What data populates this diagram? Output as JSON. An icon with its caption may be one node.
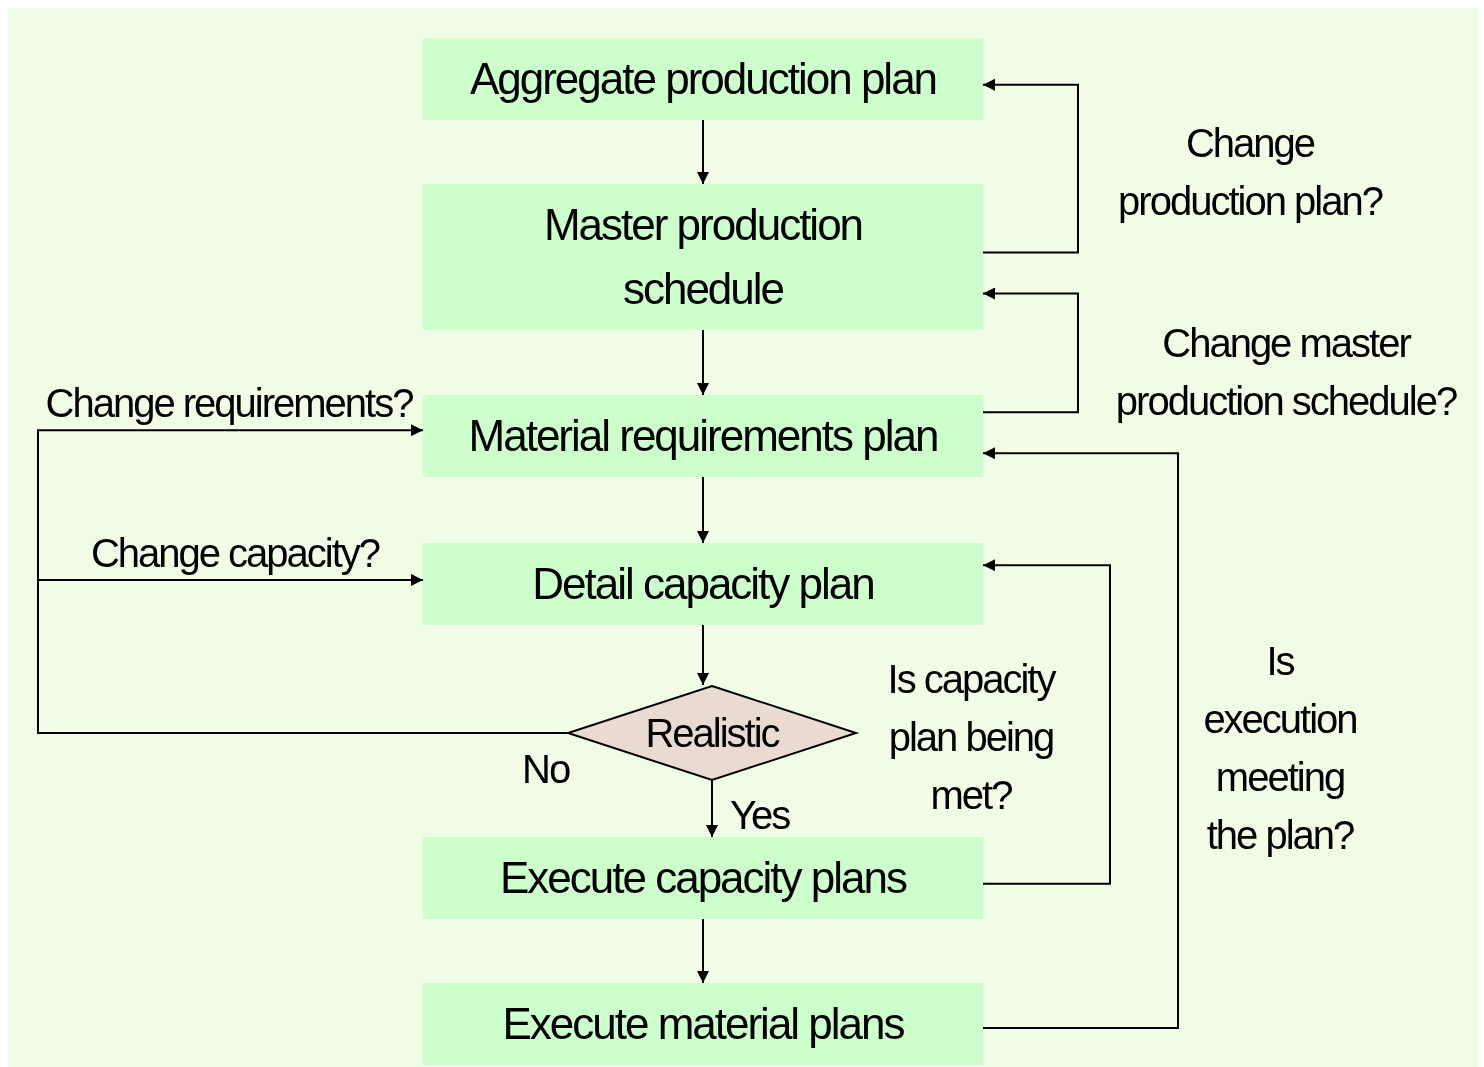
{
  "diagram": {
    "nodes": [
      {
        "text": [
          "Aggregate production plan"
        ]
      },
      {
        "text": [
          "Master production schedule"
        ]
      },
      {
        "text": [
          "Material requirements plan"
        ]
      },
      {
        "text": [
          "Detail capacity plan"
        ]
      },
      {
        "text": [
          "Realistic"
        ]
      },
      {
        "text": [
          "Execute capacity plans"
        ]
      },
      {
        "text": [
          "Execute material plans"
        ]
      }
    ],
    "edges": [
      {
        "from": 0,
        "to": 1,
        "arrow": "to"
      },
      {
        "from": 1,
        "to": 2,
        "arrow": "to"
      },
      {
        "from": 2,
        "to": 3,
        "arrow": "to"
      },
      {
        "from": 3,
        "to": 4,
        "arrow": "to"
      },
      {
        "from": 4,
        "to": 5,
        "arrow": "to",
        "label": "Yes"
      },
      {
        "from": 5,
        "to": 6,
        "arrow": "to"
      },
      {
        "from": 1,
        "to": 0,
        "arrow": "to",
        "label": "Change production plan?"
      },
      {
        "from": 2,
        "to": 1,
        "arrow": "to",
        "label": "Change master production schedule?"
      },
      {
        "from": 6,
        "to": 2,
        "arrow": "to",
        "label": "Is execution meeting the plan?"
      },
      {
        "from": 5,
        "to": 3,
        "arrow": "to",
        "label": "Is capacity plan being met?"
      },
      {
        "from": 4,
        "to": 2,
        "arrow": "to",
        "label": "Change requirements?"
      },
      {
        "from": 4,
        "to": 3,
        "arrow": "to",
        "label": "Change capacity?"
      }
    ],
    "labels": [
      "No"
    ]
  }
}
